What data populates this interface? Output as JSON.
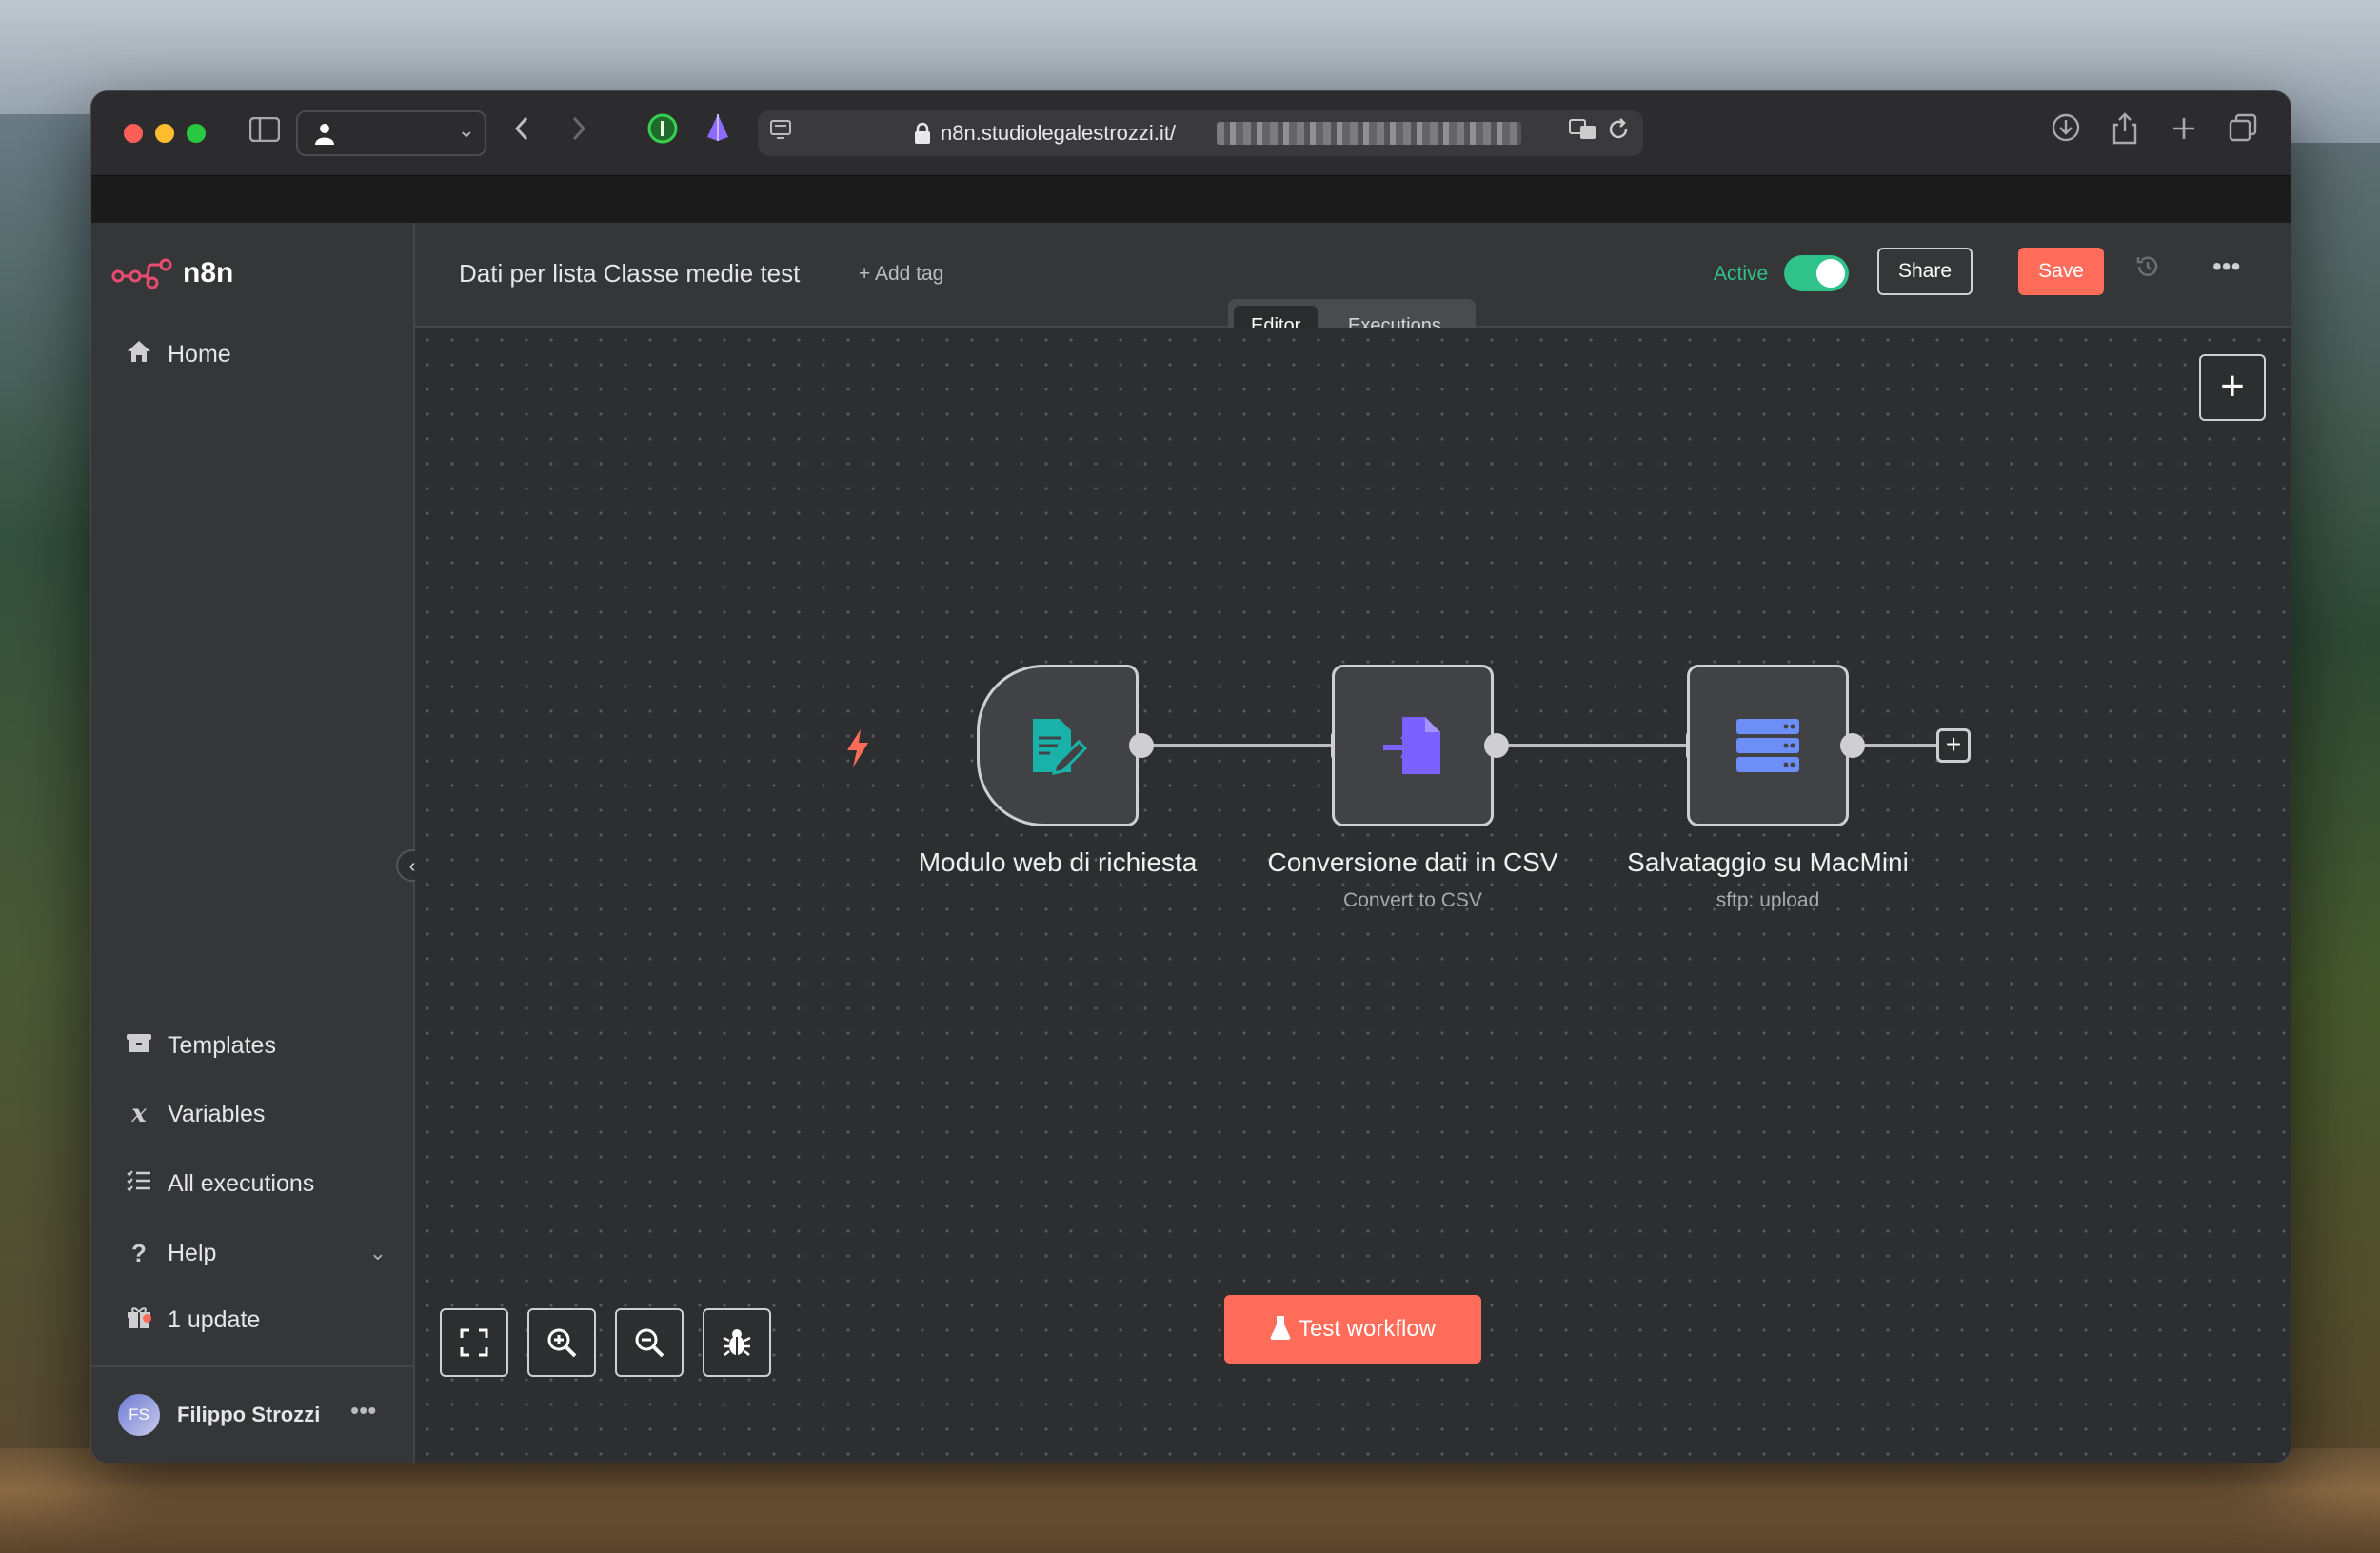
{
  "browser": {
    "url_visible": "n8n.studiolegalestrozzi.it/"
  },
  "app": {
    "logo_text": "n8n",
    "workflow_title": "Dati per lista Classe medie test",
    "add_tag_label": "+ Add tag",
    "active_label": "Active",
    "active": true,
    "share_label": "Share",
    "save_label": "Save",
    "tabs": [
      {
        "label": "Editor",
        "selected": true
      },
      {
        "label": "Executions",
        "selected": false
      }
    ]
  },
  "sidebar": {
    "top_items": [
      {
        "label": "Home",
        "icon": "home-icon"
      }
    ],
    "bottom_items": [
      {
        "label": "Templates",
        "icon": "box-icon"
      },
      {
        "label": "Variables",
        "icon": "variable-icon"
      },
      {
        "label": "All executions",
        "icon": "list-icon"
      },
      {
        "label": "Help",
        "icon": "question-icon"
      },
      {
        "label": "1 update",
        "icon": "gift-icon"
      }
    ],
    "user": {
      "initials": "FS",
      "name": "Filippo Strozzi"
    }
  },
  "workflow": {
    "nodes": [
      {
        "label": "Modulo web di richiesta",
        "subtitle": "",
        "icon": "form-icon",
        "color": "#1ab2a8"
      },
      {
        "label": "Conversione dati in CSV",
        "subtitle": "Convert to CSV",
        "icon": "file-convert-icon",
        "color": "#7b61ff"
      },
      {
        "label": "Salvataggio su MacMini",
        "subtitle": "sftp: upload",
        "icon": "server-icon",
        "color": "#6e8ef7"
      }
    ],
    "test_button_label": "Test workflow"
  },
  "colors": {
    "accent": "#ff6d5a",
    "active_green": "#2fc28b"
  }
}
